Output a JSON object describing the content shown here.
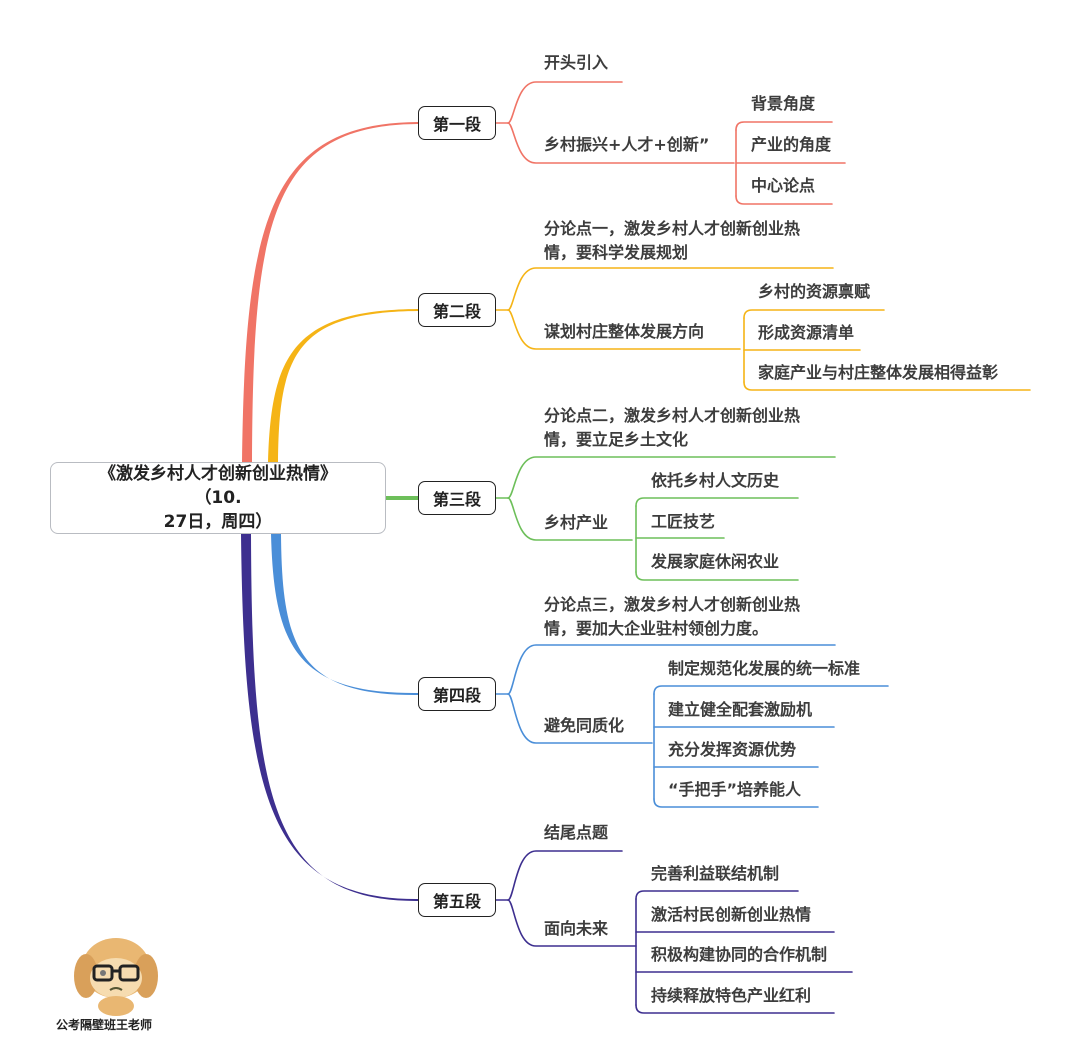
{
  "root": {
    "title": "《激发乡村人才创新创业热情》（10.27日，周四）",
    "title_line1": "《激发乡村人才创新创业热情》（10.",
    "title_line2": "27日，周四）"
  },
  "colors": {
    "sec1": "#f07466",
    "sec2": "#f5b416",
    "sec3": "#6dbf5a",
    "sec4": "#4a8ed8",
    "sec5": "#3d2f8f",
    "text": "#3d3d3d"
  },
  "sections": [
    {
      "label": "第一段",
      "branches": [
        {
          "label": "开头引入",
          "children": []
        },
        {
          "label": "乡村振兴+人才+创新”",
          "children": [
            "背景角度",
            "产业的角度",
            "中心论点"
          ]
        }
      ]
    },
    {
      "label": "第二段",
      "branches": [
        {
          "label": "分论点一，激发乡村人才创新创业热情，要科学发展规划",
          "line1": "分论点一，激发乡村人才创新创业热",
          "line2": "情，要科学发展规划",
          "children": []
        },
        {
          "label": "谋划村庄整体发展方向",
          "children": [
            "乡村的资源禀赋",
            "形成资源清单",
            "家庭产业与村庄整体发展相得益彰"
          ]
        }
      ]
    },
    {
      "label": "第三段",
      "branches": [
        {
          "label": "分论点二，激发乡村人才创新创业热情，要立足乡土文化",
          "line1": "分论点二，激发乡村人才创新创业热",
          "line2": "情，要立足乡土文化",
          "children": []
        },
        {
          "label": "乡村产业",
          "children": [
            "依托乡村人文历史",
            "工匠技艺",
            "发展家庭休闲农业"
          ]
        }
      ]
    },
    {
      "label": "第四段",
      "branches": [
        {
          "label": "分论点三，激发乡村人才创新创业热情，要加大企业驻村领创力度。",
          "line1": "分论点三，激发乡村人才创新创业热",
          "line2": "情，要加大企业驻村领创力度。",
          "children": []
        },
        {
          "label": "避免同质化",
          "children": [
            "制定规范化发展的统一标准",
            "建立健全配套激励机",
            "充分发挥资源优势",
            "“手把手”培养能人"
          ]
        }
      ]
    },
    {
      "label": "第五段",
      "branches": [
        {
          "label": "结尾点题",
          "children": []
        },
        {
          "label": "面向未来",
          "children": [
            "完善利益联结机制",
            "激活村民创新创业热情",
            "积极构建协同的合作机制",
            "持续释放特色产业红利"
          ]
        }
      ]
    }
  ],
  "watermark": {
    "caption": "公考隔壁班王老师",
    "icon": "dog-with-glasses-mascot"
  }
}
